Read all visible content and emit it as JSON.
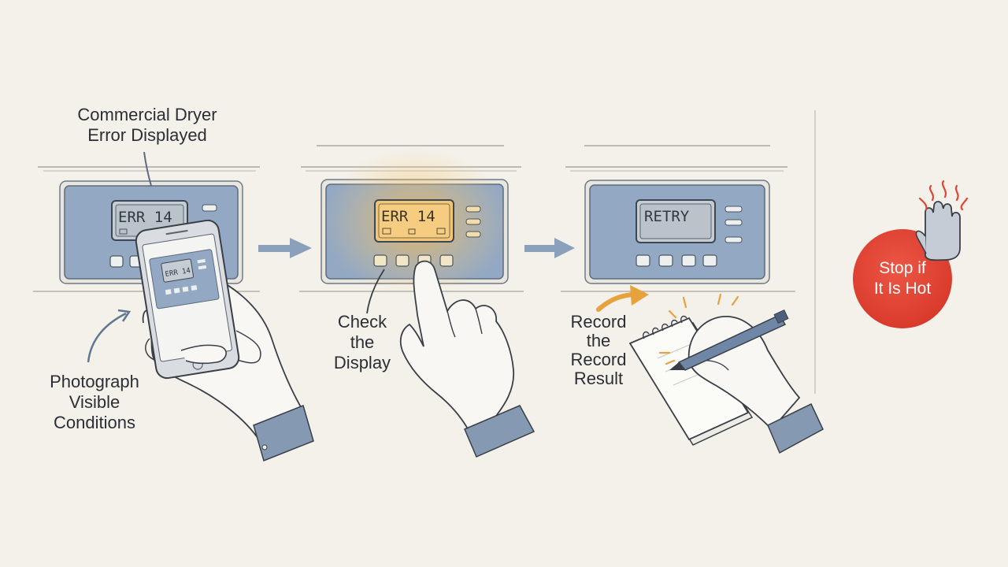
{
  "labels": {
    "error_title": [
      "Commercial Dryer",
      "Error Displayed"
    ],
    "photograph": [
      "Photograph",
      "Visible",
      "Conditions"
    ],
    "check": [
      "Check",
      "the",
      "Display"
    ],
    "record": [
      "Record",
      "the",
      "Record",
      "Result"
    ],
    "stop": [
      "Stop if",
      "It Is Hot"
    ]
  },
  "displays": {
    "panel1": "ERR 14",
    "panel2": "ERR 14",
    "panel3": "RETRY",
    "phone": "ERR 14"
  },
  "colors": {
    "background": "#f3f1ea",
    "panel": "#93a8c2",
    "panel_glow": "#f5b341",
    "arrow_blue": "#8aa0bb",
    "arrow_orange": "#e8a23c",
    "stop_red": "#e24434"
  },
  "icons": [
    "smartphone-icon",
    "pointing-hand-icon",
    "writing-hand-icon",
    "notepad-icon",
    "pen-icon",
    "stop-hand-icon",
    "flow-arrow-icon"
  ]
}
